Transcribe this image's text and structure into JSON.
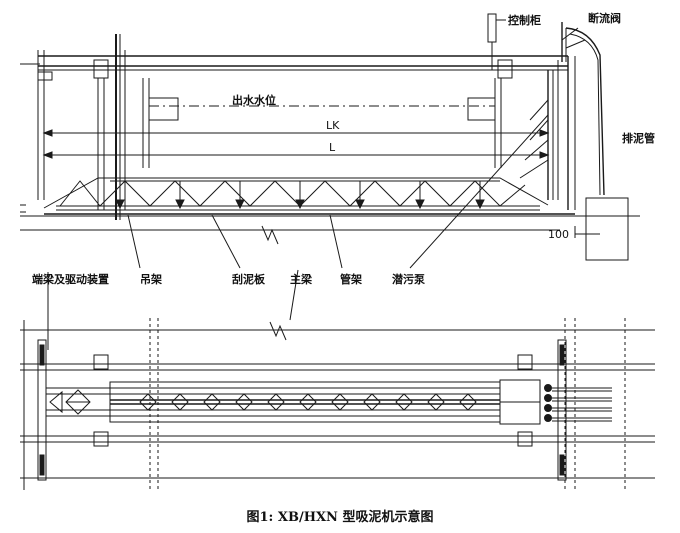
{
  "labels": {
    "control_cabinet": "控制柜",
    "shutoff_valve": "断流阀",
    "water_level": "出水水位",
    "lk": "LK",
    "l": "L",
    "discharge_pipe": "排泥管",
    "dim_100": "100",
    "hanger": "吊架",
    "scraper": "刮泥板",
    "pipe_rack": "管架",
    "submersible_pump": "潜污泵",
    "end_beam_drive": "端梁及驱动装置",
    "main_beam": "主梁"
  },
  "caption": "图1: XB/HXN 型吸泥机示意图",
  "colors": {
    "line": "#1a1a1a",
    "background": "#ffffff"
  }
}
